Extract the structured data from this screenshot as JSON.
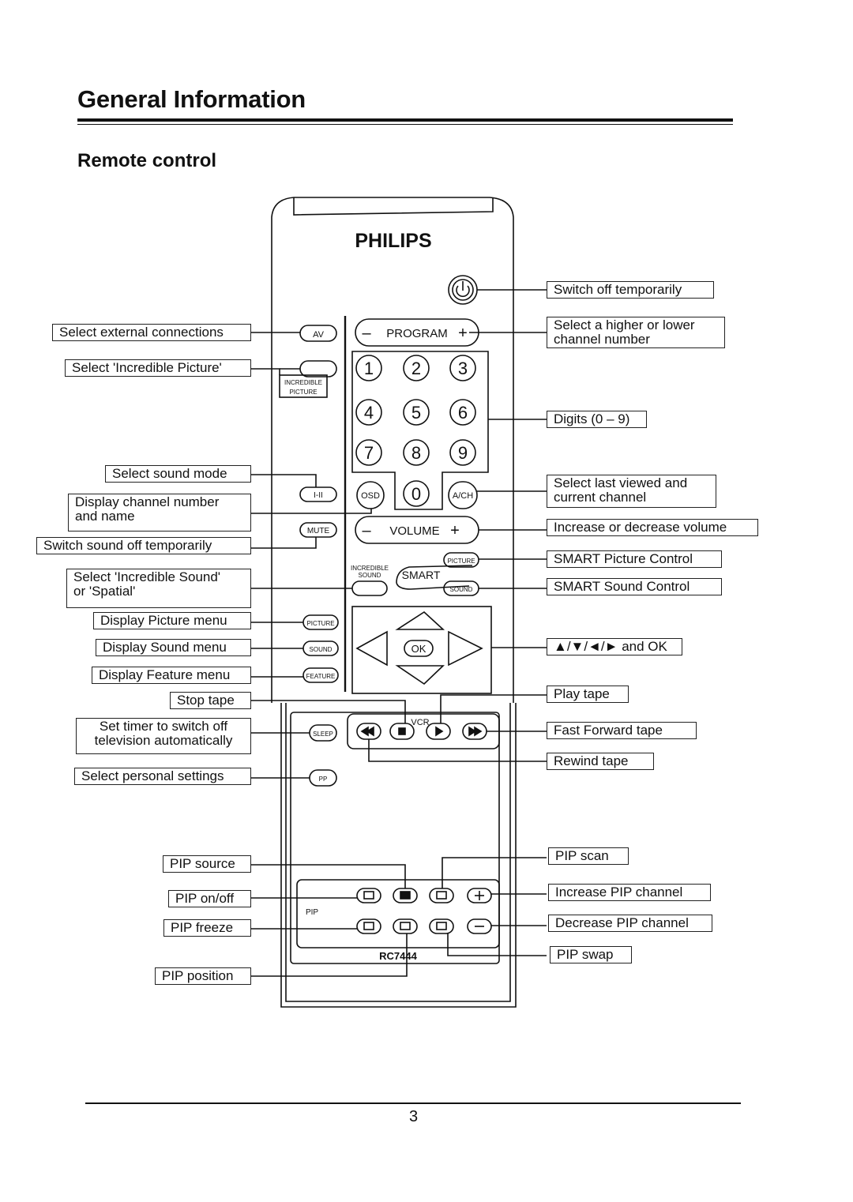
{
  "page": {
    "title": "General Information",
    "section": "Remote control",
    "page_number": "3"
  },
  "remote": {
    "brand": "PHILIPS",
    "model": "RC7444",
    "program_label": "PROGRAM",
    "volume_label": "VOLUME",
    "minus": "–",
    "plus": "+",
    "av": "AV",
    "incredible_picture_line1": "INCREDIBLE",
    "incredible_picture_line2": "PICTURE",
    "incredible_sound_line1": "INCREDIBLE",
    "incredible_sound_line2": "SOUND",
    "smart": "SMART",
    "picture": "PICTURE",
    "sound": "SOUND",
    "feature": "FEATURE",
    "osd": "OSD",
    "ach": "A/CH",
    "mute": "MUTE",
    "sound_mode": "I-II",
    "ok": "OK",
    "vcr": "VCR",
    "sleep": "SLEEP",
    "pp": "PP",
    "pip": "PIP",
    "digits": [
      "1",
      "2",
      "3",
      "4",
      "5",
      "6",
      "7",
      "8",
      "9",
      "0"
    ]
  },
  "labels_left": {
    "select_external": "Select external connections",
    "incredible_picture": "Select 'Incredible Picture'",
    "sound_mode": "Select sound mode",
    "channel_name": "Display channel number\nand name",
    "mute": "Switch sound off temporarily",
    "incredible_sound": "Select 'Incredible Sound'\nor 'Spatial'",
    "picture_menu": "Display Picture menu",
    "sound_menu": "Display Sound menu",
    "feature_menu": "Display Feature menu",
    "stop_tape": "Stop tape",
    "sleep_timer": "Set timer to switch off\ntelevision automatically",
    "personal": "Select personal settings",
    "pip_source": "PIP source",
    "pip_onoff": "PIP on/off",
    "pip_freeze": "PIP freeze",
    "pip_position": "PIP position"
  },
  "labels_right": {
    "switch_off": "Switch off temporarily",
    "channel": "Select a higher or lower\nchannel number",
    "digits": "Digits (0 – 9)",
    "last_viewed": "Select last viewed and\ncurrent channel",
    "volume": "Increase or decrease volume",
    "smart_picture": "SMART Picture Control",
    "smart_sound": "SMART Sound Control",
    "arrows": "▲/▼/◄/► and OK",
    "play": "Play tape",
    "ff": "Fast Forward tape",
    "rewind": "Rewind tape",
    "pip_scan": "PIP scan",
    "pip_inc": "Increase PIP channel",
    "pip_dec": "Decrease PIP channel",
    "pip_swap": "PIP swap"
  }
}
